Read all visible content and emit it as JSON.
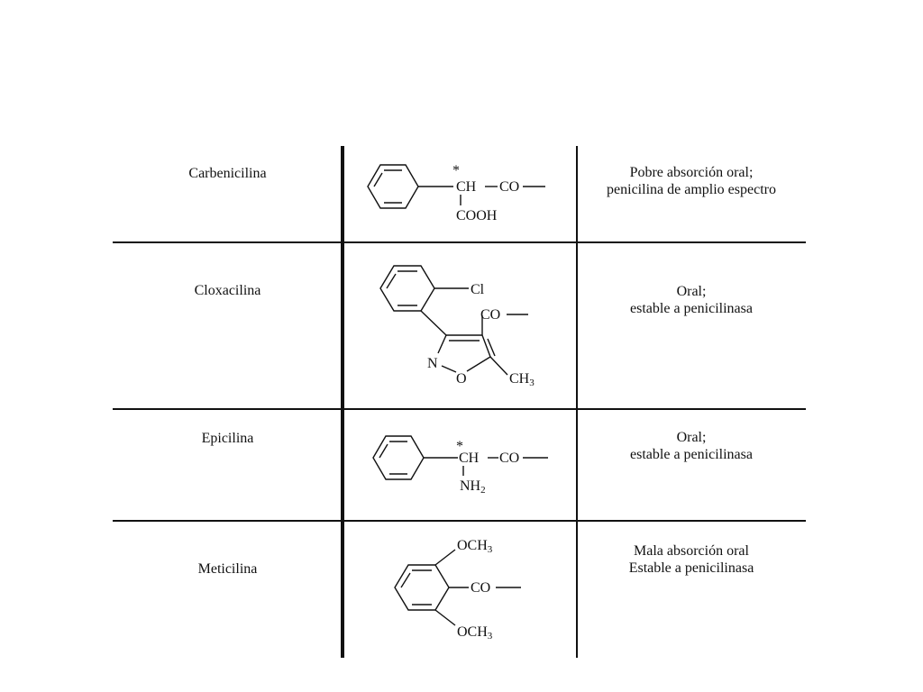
{
  "table": {
    "rows": [
      {
        "name": "Carbenicilina",
        "description": [
          "Pobre absorción oral;",
          "penicilina de amplio espectro"
        ],
        "structure": {
          "star": "*",
          "ch": "CH",
          "co": "CO",
          "sub": "COOH"
        }
      },
      {
        "name": "Cloxacilina",
        "description": [
          "Oral;",
          "estable a penicilinasa"
        ],
        "structure": {
          "cl": "Cl",
          "co": "CO",
          "n": "N",
          "o": "O",
          "ch3": "CH",
          "ch3_sub": "3"
        }
      },
      {
        "name": "Epicilina",
        "description": [
          "Oral;",
          "estable a penicilinasa"
        ],
        "structure": {
          "star": "*",
          "ch": "CH",
          "co": "CO",
          "nh2": "NH",
          "nh2_sub": "2"
        }
      },
      {
        "name": "Meticilina",
        "description": [
          "Mala absorción oral",
          "Estable a penicilinasa"
        ],
        "structure": {
          "och3_top": "OCH",
          "och3_top_sub": "3",
          "co": "CO",
          "och3_bottom": "OCH",
          "och3_bottom_sub": "3"
        }
      }
    ]
  }
}
